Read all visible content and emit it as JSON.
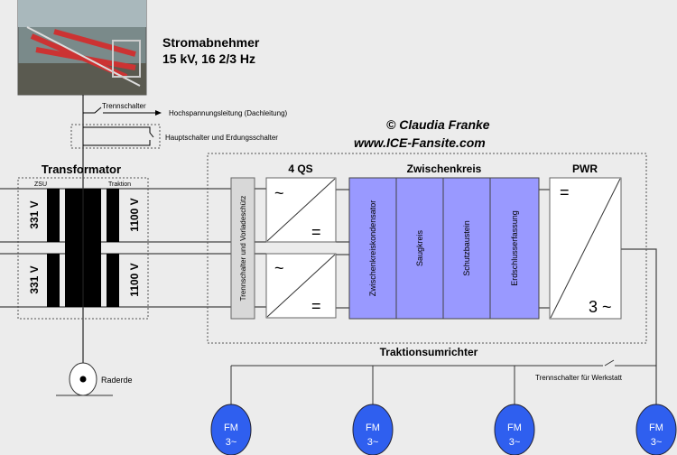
{
  "pantograph": {
    "title": "Stromabnehmer",
    "spec": "15 kV, 16 2/3 Hz"
  },
  "copyright": {
    "line1": "© Claudia Franke",
    "line2": "www.ICE-Fansite.com"
  },
  "switches": {
    "trennschalter": "Trennschalter",
    "hochspannung": "Hochspannungsleitung (Dachleitung)",
    "hauptschalter": "Hauptschalter und Erdungsschalter",
    "werkstatt": "Trennschalter für Werkstatt"
  },
  "transformer": {
    "title": "Transformator",
    "zsu": "ZSU",
    "traktion": "Traktion",
    "v_left": "331 V",
    "v_right": "1100 V"
  },
  "converter": {
    "title": "Traktionsumrichter",
    "precharge": "Trennschalter und Vorladeschütz",
    "qs_title": "4 QS",
    "ac": "~",
    "dc": "=",
    "dc_link_title": "Zwischenkreis",
    "dc_link": [
      "Zwischenkreiskondensator",
      "Saugkreis",
      "Schutzbaustein",
      "Erdschlusserfassung"
    ],
    "pwr_title": "PWR",
    "pwr_in": "=",
    "pwr_out": "3 ~"
  },
  "ground": "Raderde",
  "motors": [
    {
      "l1": "FM",
      "l2": "3~"
    },
    {
      "l1": "FM",
      "l2": "3~"
    },
    {
      "l1": "FM",
      "l2": "3~"
    },
    {
      "l1": "FM",
      "l2": "3~"
    }
  ],
  "colors": {
    "dc_link": "#9999ff",
    "motor": "#2f5fef",
    "background": "#ececec"
  }
}
